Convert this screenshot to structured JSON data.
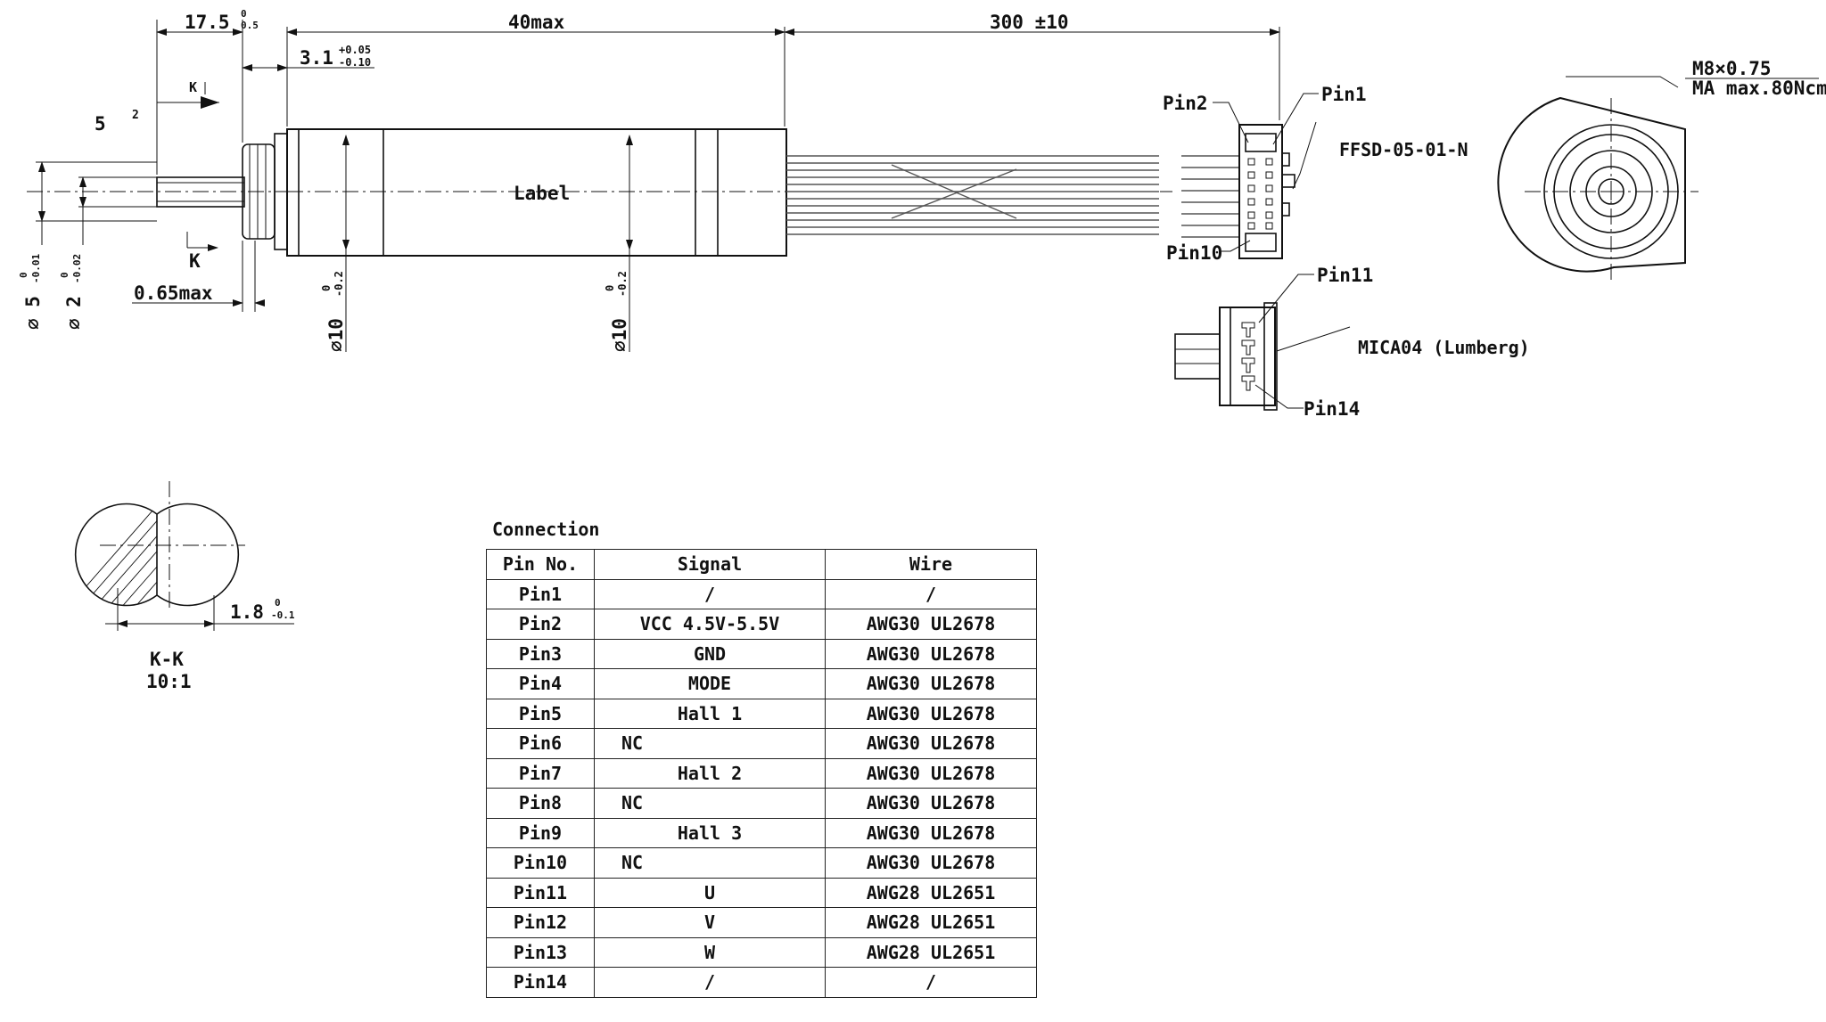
{
  "dimensions": {
    "shaft_length": "17.5",
    "shaft_length_tol_upper": "0",
    "shaft_length_tol_lower": "0.5",
    "thread_length": "3.1",
    "thread_length_tol_upper": "+0.05",
    "thread_length_tol_lower": "-0.10",
    "body_length": "40max",
    "cable_length": "300 ±10",
    "flat_length": "5",
    "flat_angle": "2",
    "dia_flat": "⌀ 5",
    "dia_flat_tol_upper": "0",
    "dia_flat_tol_lower": "-0.01",
    "dia_shaft": "⌀ 2",
    "dia_shaft_tol_upper": "0",
    "dia_shaft_tol_lower": "-0.02",
    "gap": "0.65max",
    "dia_body_1": "⌀10",
    "dia_body_1_tol_upper": "0",
    "dia_body_1_tol_lower": "-0.2",
    "dia_body_2": "⌀10",
    "dia_body_2_tol_upper": "0",
    "dia_body_2_tol_lower": "-0.2",
    "body_label": "Label",
    "section_mark_top": "K",
    "section_mark_bottom": "K"
  },
  "connectors": {
    "ffsd_label": "FFSD-05-01-N",
    "ffsd_pin_a": "Pin1",
    "ffsd_pin_b": "Pin2",
    "ffsd_pin_c": "Pin10",
    "mica_label": "MICA04 (Lumberg)",
    "mica_pin_a": "Pin11",
    "mica_pin_b": "Pin14"
  },
  "end_view": {
    "thread": "M8×0.75",
    "torque": "MA max.80Ncm"
  },
  "section_view": {
    "flat_dim": "1.8",
    "flat_tol_upper": "0",
    "flat_tol_lower": "-0.1",
    "name": "K-K",
    "scale": "10:1"
  },
  "table": {
    "caption": "Connection",
    "headers": [
      "Pin No.",
      "Signal",
      "Wire"
    ],
    "rows": [
      {
        "pin": "Pin1",
        "signal": "/",
        "wire": "/"
      },
      {
        "pin": "Pin2",
        "signal": "VCC 4.5V-5.5V",
        "wire": "AWG30 UL2678"
      },
      {
        "pin": "Pin3",
        "signal": "GND",
        "wire": "AWG30 UL2678"
      },
      {
        "pin": "Pin4",
        "signal": "MODE",
        "wire": "AWG30 UL2678"
      },
      {
        "pin": "Pin5",
        "signal": "Hall 1",
        "wire": "AWG30 UL2678"
      },
      {
        "pin": "Pin6",
        "signal": "NC",
        "wire": "AWG30 UL2678"
      },
      {
        "pin": "Pin7",
        "signal": "Hall 2",
        "wire": "AWG30 UL2678"
      },
      {
        "pin": "Pin8",
        "signal": "NC",
        "wire": "AWG30 UL2678"
      },
      {
        "pin": "Pin9",
        "signal": "Hall 3",
        "wire": "AWG30 UL2678"
      },
      {
        "pin": "Pin10",
        "signal": "NC",
        "wire": "AWG30 UL2678"
      },
      {
        "pin": "Pin11",
        "signal": "U",
        "wire": "AWG28 UL2651"
      },
      {
        "pin": "Pin12",
        "signal": "V",
        "wire": "AWG28 UL2651"
      },
      {
        "pin": "Pin13",
        "signal": "W",
        "wire": "AWG28 UL2651"
      },
      {
        "pin": "Pin14",
        "signal": "/",
        "wire": "/"
      }
    ]
  }
}
